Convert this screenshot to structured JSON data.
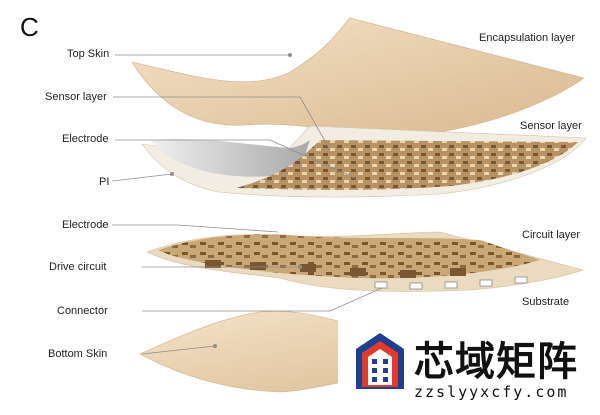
{
  "panel_letter": "C",
  "left_labels": [
    "Top Skin",
    "Sensor layer",
    "Electrode",
    "PI",
    "Electrode",
    "Drive circuit",
    "Connector",
    "Bottom Skin"
  ],
  "right_labels": [
    "Encapsulation layer",
    "Sensor layer",
    "Circuit layer",
    "Substrate"
  ],
  "watermark": {
    "title": "芯域矩阵",
    "url": "zzslyyxcfy.com"
  },
  "colors": {
    "skin": "#ecd5b3",
    "skin_dark": "#cfae86",
    "pi": "#d9d9d9",
    "circuit": "#a8804c",
    "line": "#9a9a9a"
  }
}
